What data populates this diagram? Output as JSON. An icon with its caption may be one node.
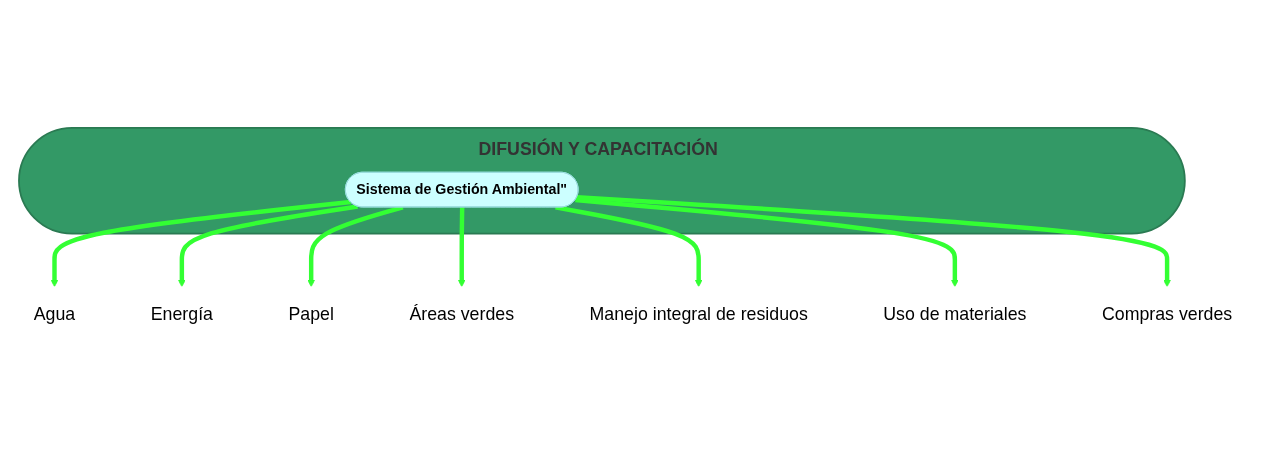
{
  "diagram": {
    "nodes": [
      {
        "text": [
          "DIFUSIÓN Y CAPACITACIÓN"
        ]
      },
      {
        "text": [
          "Sistema de Gestión Ambiental\""
        ],
        "in": 0
      },
      {
        "text": [
          "Agua"
        ]
      },
      {
        "text": [
          "Energía"
        ]
      },
      {
        "text": [
          "Papel"
        ]
      },
      {
        "text": [
          "Áreas verdes"
        ]
      },
      {
        "text": [
          "Manejo integral de residuos"
        ]
      },
      {
        "text": [
          "Uso de materiales"
        ]
      },
      {
        "text": [
          "Compras verdes"
        ]
      }
    ],
    "edges": [
      {
        "from": 1,
        "to": 2,
        "arrow": "to"
      },
      {
        "from": 1,
        "to": 3,
        "arrow": "to"
      },
      {
        "from": 1,
        "to": 4,
        "arrow": "to"
      },
      {
        "from": 1,
        "to": 5,
        "arrow": "to"
      },
      {
        "from": 1,
        "to": 6,
        "arrow": "to"
      },
      {
        "from": 1,
        "to": 7,
        "arrow": "to"
      },
      {
        "from": 1,
        "to": 8,
        "arrow": "to"
      }
    ]
  }
}
